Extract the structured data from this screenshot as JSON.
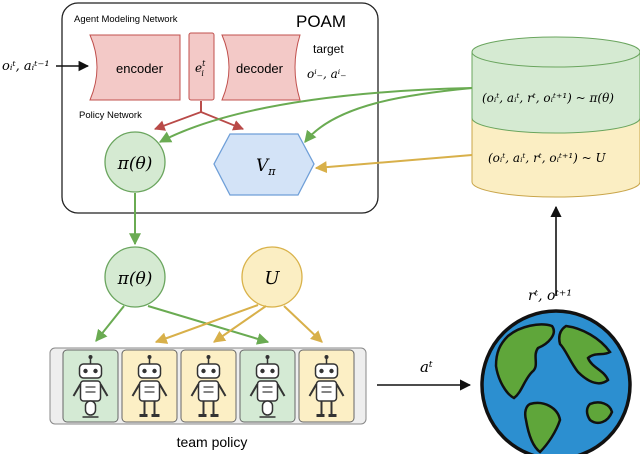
{
  "poam": {
    "title": "POAM",
    "agent_modeling_network": "Agent Modeling Network",
    "policy_network": "Policy Network",
    "encoder": "encoder",
    "embedding": "e",
    "embedding_sup": "t",
    "embedding_sub": "i",
    "decoder": "decoder",
    "target_label": "target",
    "target_expr": "oⁱ₋, aⁱ₋",
    "policy_node": "π(θ)",
    "value_node": "V",
    "value_sub": "π"
  },
  "input_label": "oᵢᵗ, aᵢᵗ⁻¹",
  "lower_policy": "π(θ)",
  "uniform_node": "U",
  "team_label": "team policy",
  "action_label": "aᵗ",
  "env_label": "rᵗ, oᵗ⁺¹",
  "buffer": {
    "top_entry": "(oᵢᵗ, aᵢᵗ, rᵗ, oᵢᵗ⁺¹) ~ π(θ)",
    "bottom_entry": "(oᵢᵗ, aᵢᵗ, rᵗ, oᵢᵗ⁺¹) ~ U"
  },
  "robots": [
    {
      "kind": "controlled",
      "color": "#d4ead4"
    },
    {
      "kind": "uncontrolled",
      "color": "#fcefc5"
    },
    {
      "kind": "uncontrolled",
      "color": "#fcefc5"
    },
    {
      "kind": "controlled",
      "color": "#d4ead4"
    },
    {
      "kind": "uncontrolled",
      "color": "#fcefc5"
    }
  ],
  "colors": {
    "green_fill": "#d5ead2",
    "green_stroke": "#6aa55e",
    "yellow_fill": "#fbeec3",
    "yellow_stroke": "#d9b24a",
    "blue_fill": "#d3e3f7",
    "blue_stroke": "#6f9fd8",
    "red_fill": "#f3c9c7",
    "red_stroke": "#c0504d",
    "green_arrow": "#6aab52",
    "yellow_arrow": "#d8b04a",
    "red_arrow": "#b94a48"
  }
}
